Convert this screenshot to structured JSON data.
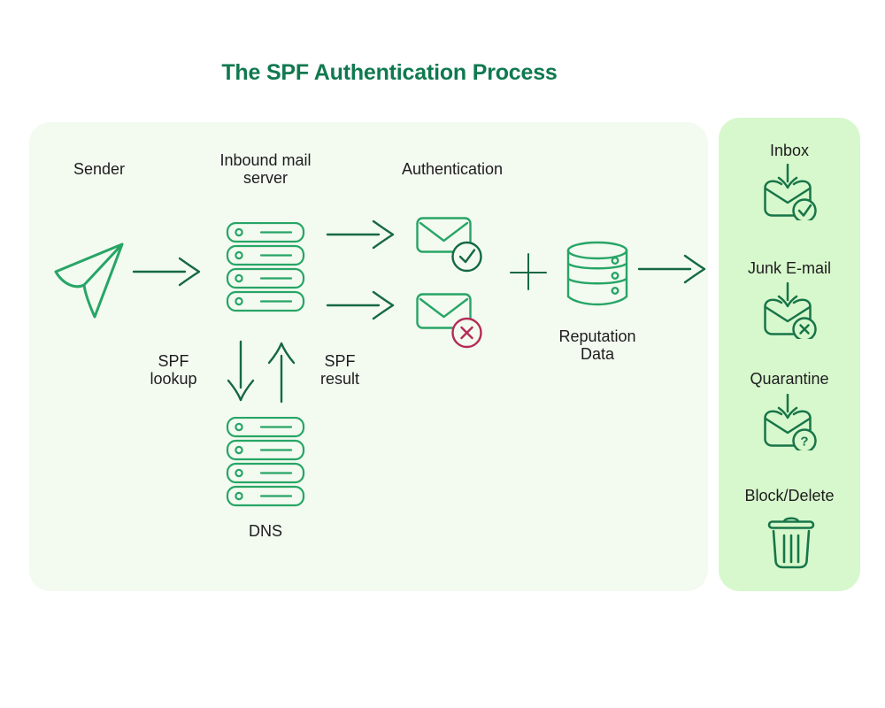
{
  "title": "The SPF Authentication Process",
  "colors": {
    "title_green": "#10794f",
    "icon_green": "#27a566",
    "arrow_green": "#156943",
    "outcome_green": "#187549",
    "reject_red": "#b42b57",
    "process_panel_bg": "#f3faf0",
    "outcome_panel_bg": "#d7f8cc",
    "label_text": "#1d1d1f"
  },
  "process": {
    "sender": {
      "label": "Sender",
      "icon": "paper-plane-icon"
    },
    "inbound_server": {
      "label": "Inbound mail server",
      "icon": "server-stack-icon"
    },
    "authentication": {
      "label": "Authentication",
      "pass_icon": "mail-pass-check-icon",
      "fail_icon": "mail-fail-x-icon"
    },
    "spf_lookup": {
      "label": "SPF lookup",
      "icon": "arrow-down-icon"
    },
    "spf_result": {
      "label": "SPF result",
      "icon": "arrow-up-icon"
    },
    "dns": {
      "label": "DNS",
      "icon": "server-stack-icon"
    },
    "reputation": {
      "label": "Reputation Data",
      "icon": "database-icon"
    }
  },
  "outcomes": [
    {
      "label": "Inbox",
      "icon": "mail-received-check-icon"
    },
    {
      "label": "Junk E-mail",
      "icon": "mail-received-x-icon"
    },
    {
      "label": "Quarantine",
      "icon": "mail-received-question-icon",
      "badge_glyph": "?"
    },
    {
      "label": "Block/Delete",
      "icon": "trash-icon"
    }
  ]
}
